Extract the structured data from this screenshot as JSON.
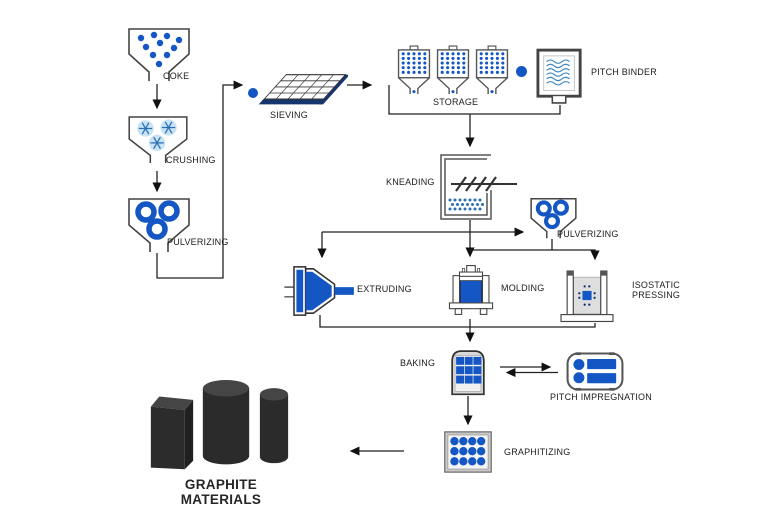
{
  "labels": {
    "coke": "COKE",
    "crushing": "CRUSHING",
    "pulverizing": "PULVERIZING",
    "sieving": "SIEVING",
    "storage": "STORAGE",
    "pitch_binder": "PITCH BINDER",
    "kneading": "KNEADING",
    "pulverizing2": "PULVERIZING",
    "extruding": "EXTRUDING",
    "molding": "MOLDING",
    "isostatic_pressing": "ISOSTATIC PRESSING",
    "baking": "BAKING",
    "pitch_impregnation": "PITCH IMPREGNATION",
    "graphitizing": "GRAPHITIZING",
    "product": "GRAPHITE MATERIALS"
  },
  "edges": [
    {
      "from": "coke",
      "to": "crushing"
    },
    {
      "from": "crushing",
      "to": "pulverizing"
    },
    {
      "from": "pulverizing",
      "to": "sieving"
    },
    {
      "from": "sieving",
      "to": "storage"
    },
    {
      "from": "storage",
      "to": "kneading"
    },
    {
      "from": "pitch_binder",
      "to": "kneading"
    },
    {
      "from": "kneading",
      "to": "extruding"
    },
    {
      "from": "kneading",
      "to": "molding"
    },
    {
      "from": "kneading",
      "to": "pulverizing2"
    },
    {
      "from": "pulverizing2",
      "to": "isostatic_pressing"
    },
    {
      "from": "extruding",
      "to": "baking"
    },
    {
      "from": "molding",
      "to": "baking"
    },
    {
      "from": "isostatic_pressing",
      "to": "baking"
    },
    {
      "from": "baking",
      "to": "pitch_impregnation"
    },
    {
      "from": "pitch_impregnation",
      "to": "baking"
    },
    {
      "from": "baking",
      "to": "graphitizing"
    },
    {
      "from": "graphitizing",
      "to": "product"
    }
  ],
  "colors": {
    "blue": "#1356c4",
    "light_blue": "#c7e3f4",
    "navy_edge": "#16356e",
    "line": "#222222",
    "outline_gray": "#555555",
    "graphite_dark": "#2b2b2b",
    "graphite_top": "#454545"
  }
}
